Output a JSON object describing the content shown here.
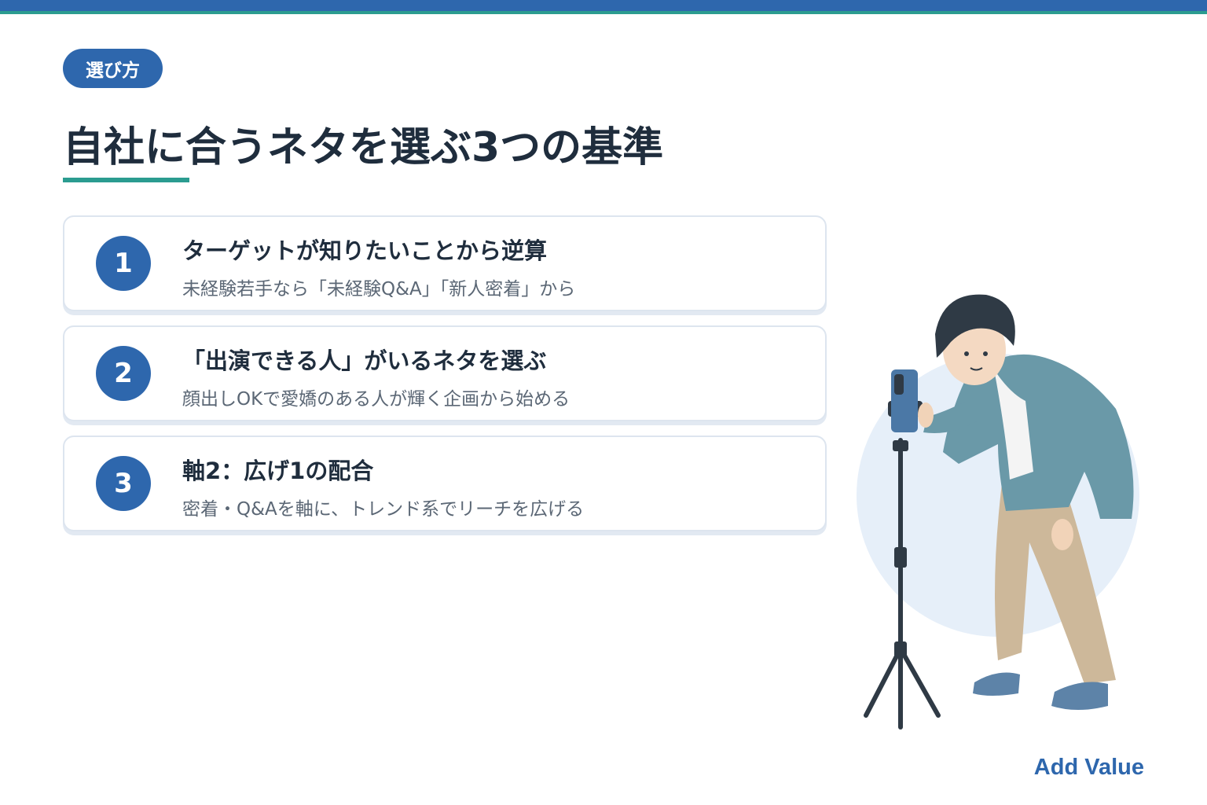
{
  "badge": {
    "label": "選び方"
  },
  "page_title": "自社に合うネタを選ぶ3つの基準",
  "criteria": [
    {
      "number": "1",
      "title": "ターゲットが知りたいことから逆算",
      "subtitle": "未経験若手なら「未経験Q&A」「新人密着」から"
    },
    {
      "number": "2",
      "title": "「出演できる人」がいるネタを選ぶ",
      "subtitle": "顔出しOKで愛嬌のある人が輝く企画から始める"
    },
    {
      "number": "3",
      "title": "軸2：広げ1の配合",
      "subtitle": "密着・Q&Aを軸に、トレンド系でリーチを広げる"
    }
  ],
  "brand": "Add Value",
  "colors": {
    "primary": "#2e67ad",
    "accent": "#2b9c90",
    "text": "#1f2d3d",
    "subtext": "#5b6775"
  },
  "illustration": {
    "icon": "person-filming-smartphone-on-tripod-illustration"
  }
}
